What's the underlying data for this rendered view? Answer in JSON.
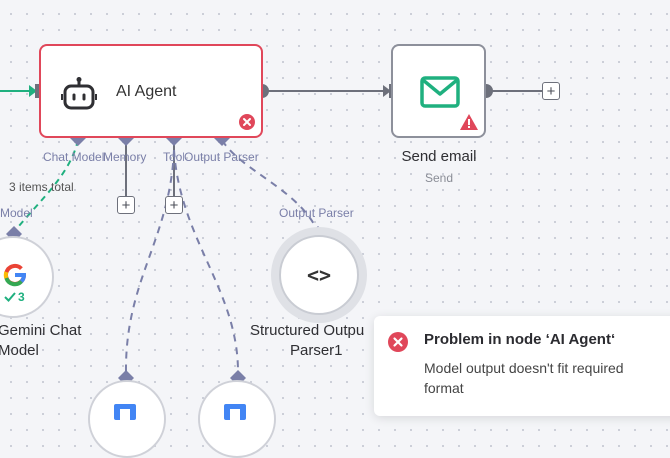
{
  "nodes": {
    "agent": {
      "title": "AI Agent"
    },
    "email": {
      "title": "Send email",
      "subtitle": "Send"
    },
    "gemini": {
      "title_line1": "Gemini Chat",
      "title_line2": "Model",
      "check_count": "3"
    },
    "parser": {
      "title_line1": "Structured Outpu",
      "title_line2": "Parser1",
      "code_glyph": "<>"
    }
  },
  "ports": {
    "chat_model": "Chat Model",
    "memory": "Memory",
    "tool": "Tool",
    "output_parser": "Output Parser"
  },
  "connections": {
    "items_total": "3 items total",
    "model_label": "Model",
    "output_parser_label": "Output Parser"
  },
  "buttons": {
    "plus": "+"
  },
  "toast": {
    "title": "Problem in node ‘AI Agent‘",
    "message": "Model output doesn't fit required format"
  },
  "colors": {
    "error": "#e0475a",
    "success": "#1fb07f",
    "port": "#7a7fa8",
    "warning": "#e0475a",
    "gemini_blue": "#4285f4"
  }
}
